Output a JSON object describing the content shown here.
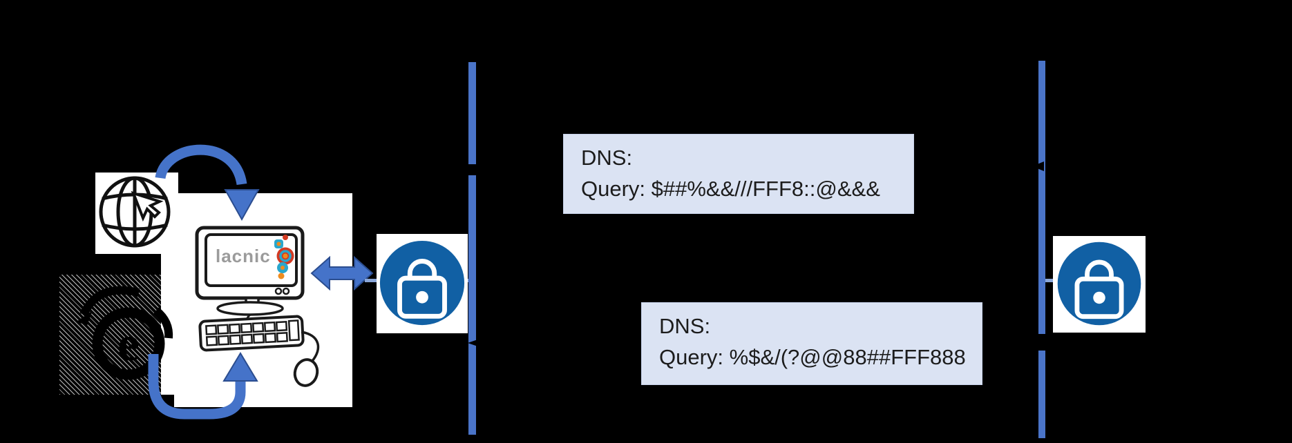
{
  "client": {
    "monitor_label": "lacnic"
  },
  "queries": [
    {
      "protocol_label": "DNS:",
      "query_line": "Query: $##%&&///FFF8::@&&&"
    },
    {
      "protocol_label": "DNS:",
      "query_line": "Query: %$&/(?@@88##FFF888"
    }
  ],
  "icons": {
    "left_of_client_top": "globe-with-cursor-icon",
    "left_of_client_bottom": "email-at-icon",
    "client_device": "desktop-computer-icon",
    "channel_badges": "padlock-icon",
    "flow_arrows": [
      "curved-arrow-down-icon",
      "curved-arrow-up-icon",
      "double-headed-arrow-icon"
    ]
  },
  "colors": {
    "background": "#000000",
    "arrow_blue": "#4573c9",
    "arrow_edge": "#2b4d8f",
    "resolver_line_blue": "#4a74c8",
    "lock_circle_blue": "#1160a4",
    "query_box_fill": "#dbe3f3",
    "query_text": "#1c1c1c",
    "lacnic_text_grey": "#9b9b9b",
    "logo_teal": "#2aa7cd",
    "logo_red": "#d33a22",
    "logo_orange": "#ef8c1f"
  }
}
